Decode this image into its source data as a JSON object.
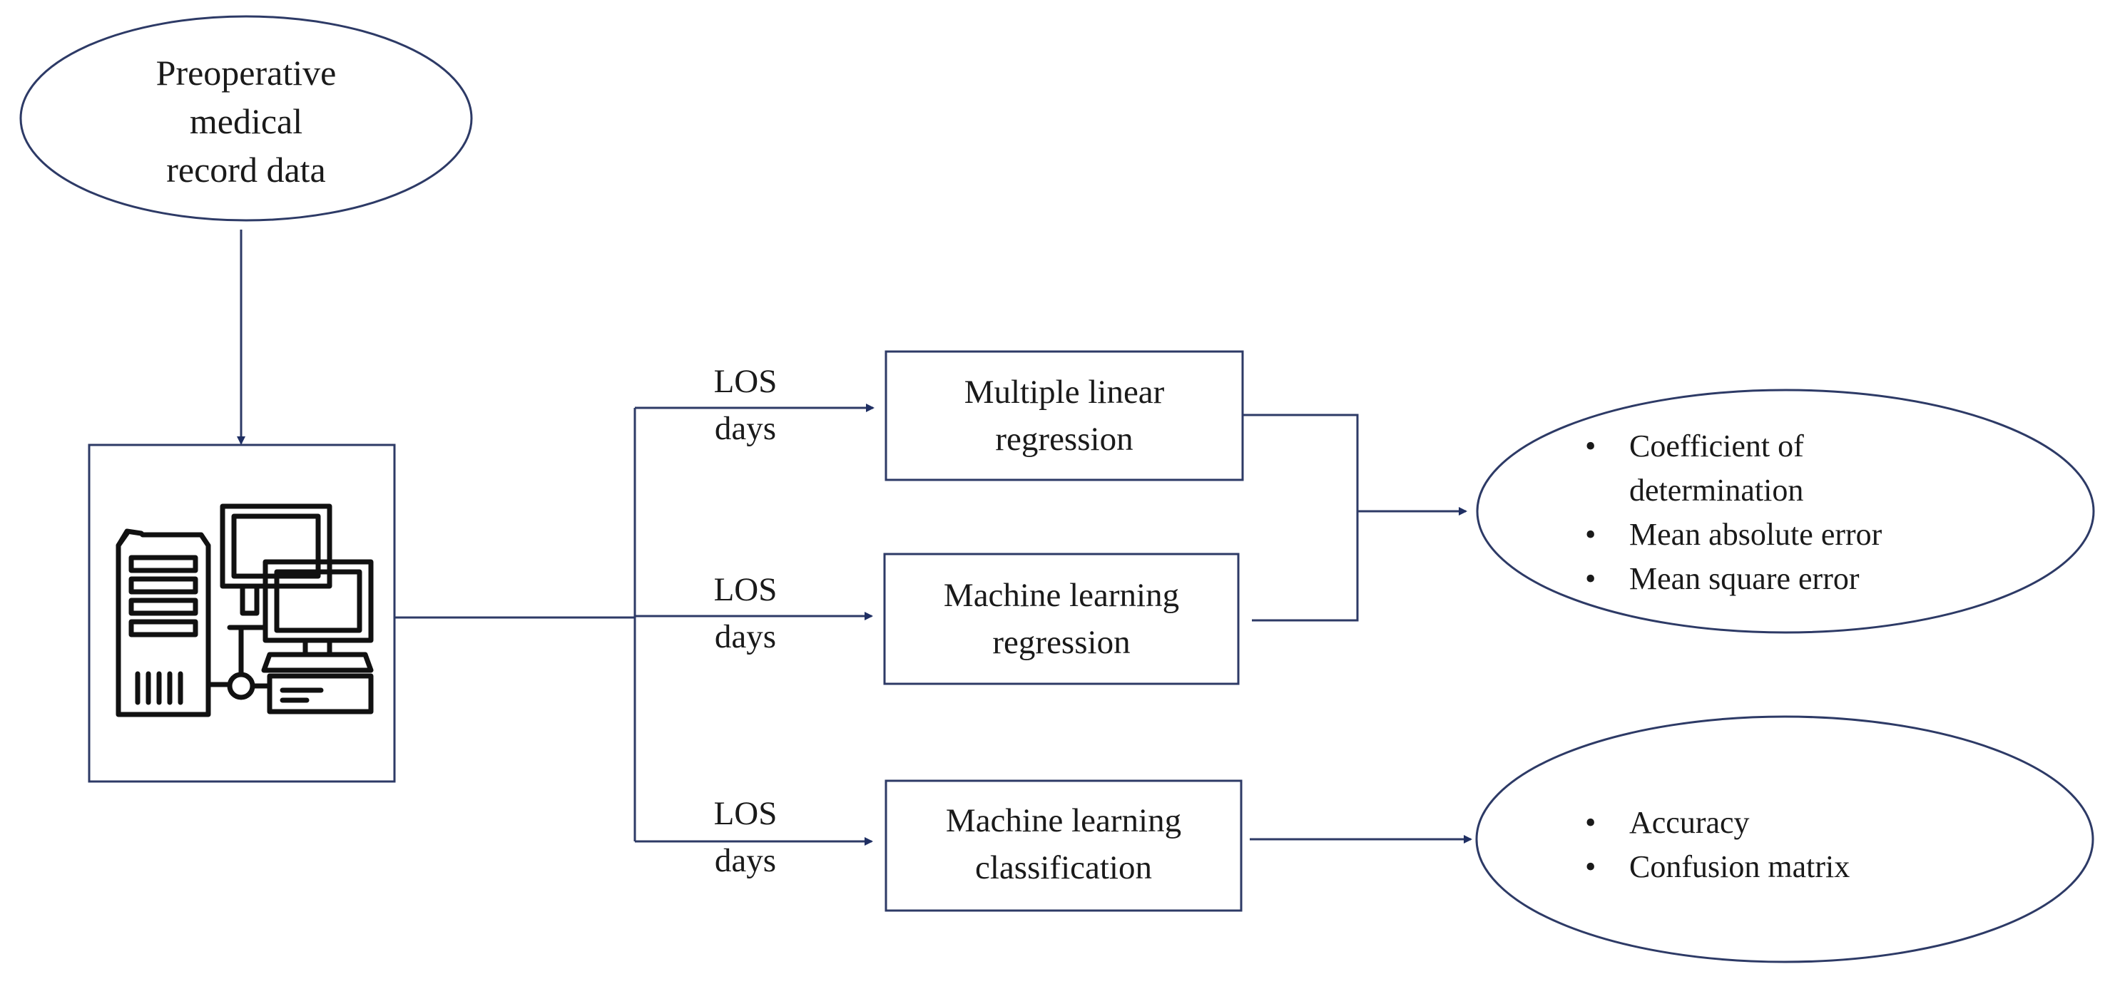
{
  "source_node": {
    "lines": [
      "Preoperative",
      "medical",
      "record data"
    ]
  },
  "computer_icon": {
    "icon": "computer-workstation-icon"
  },
  "edges": [
    {
      "label_line1": "LOS",
      "label_line2": "days"
    },
    {
      "label_line1": "LOS",
      "label_line2": "days"
    },
    {
      "label_line1": "LOS",
      "label_line2": "days"
    }
  ],
  "models": [
    {
      "line1": "Multiple linear",
      "line2": "regression"
    },
    {
      "line1": "Machine learning",
      "line2": "regression"
    },
    {
      "line1": "Machine learning",
      "line2": "classification"
    }
  ],
  "regression_metrics": [
    {
      "line1": "Coefficient of",
      "line2": "determination"
    },
    {
      "line1": "Mean absolute error"
    },
    {
      "line1": "Mean square error"
    }
  ],
  "classification_metrics": [
    {
      "line1": "Accuracy"
    },
    {
      "line1": "Confusion matrix"
    }
  ],
  "colors": {
    "stroke": "#2d3a66",
    "arrow": "#1f2f63"
  }
}
